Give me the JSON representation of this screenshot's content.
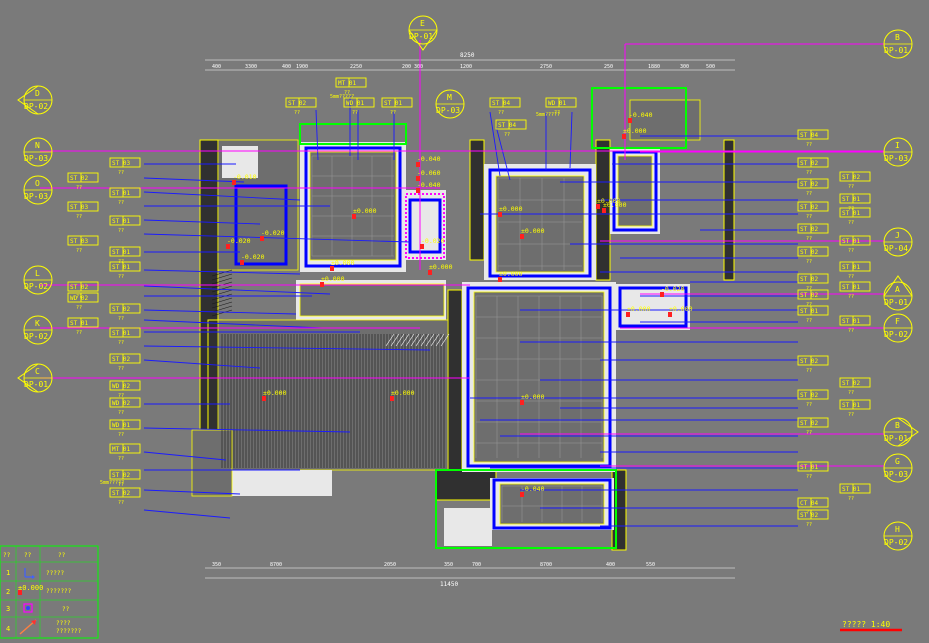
{
  "dimensions": {
    "top_total": "8250",
    "top": [
      "400",
      "3300",
      "400",
      "1900",
      "2250",
      "200",
      "300",
      "1200",
      "2750",
      "250",
      "1880",
      "300",
      "500"
    ],
    "bottom_total": "11450",
    "bottom": [
      "350",
      "8700",
      "2050",
      "350",
      "700",
      "8700",
      "400",
      "550"
    ]
  },
  "callouts": [
    {
      "id": "E",
      "sheet": "DP-01"
    },
    {
      "id": "B",
      "sheet": "DP-01"
    },
    {
      "id": "D",
      "sheet": "DP-02"
    },
    {
      "id": "M",
      "sheet": "DP-03"
    },
    {
      "id": "N",
      "sheet": "DP-03"
    },
    {
      "id": "I",
      "sheet": "DP-03"
    },
    {
      "id": "O",
      "sheet": "DP-03"
    },
    {
      "id": "J",
      "sheet": "DP-04"
    },
    {
      "id": "L",
      "sheet": "DP-02"
    },
    {
      "id": "A",
      "sheet": "DP-01"
    },
    {
      "id": "K",
      "sheet": "DP-02"
    },
    {
      "id": "F",
      "sheet": "DP-02"
    },
    {
      "id": "C",
      "sheet": "DP-01"
    },
    {
      "id": "B",
      "sheet": "DP-01"
    },
    {
      "id": "G",
      "sheet": "DP-03"
    },
    {
      "id": "H",
      "sheet": "DP-02"
    }
  ],
  "tags_left": [
    "ST 03",
    "ST 02",
    "ST 01",
    "ST 03",
    "ST 01",
    "ST 03",
    "ST 01",
    "ST 01",
    "ST 02",
    "WD 02",
    "ST 02",
    "ST 01",
    "ST 01",
    "ST 02",
    "WD 02",
    "WD 02",
    "WD 01",
    "MT 01",
    "ST 02",
    "ST 02"
  ],
  "tags_right": [
    "ST 04",
    "ST 02",
    "ST 02",
    "ST 02",
    "ST 01",
    "ST 02",
    "ST 01",
    "ST 02",
    "ST 01",
    "ST 02",
    "ST 01",
    "ST 02",
    "ST 01",
    "ST 02",
    "ST 01",
    "ST 01",
    "ST 02",
    "ST 02",
    "ST 02",
    "ST 01",
    "ST 02",
    "ST 01",
    "ST 01",
    "CT 04",
    "ST 02"
  ],
  "tags_top": [
    "ST 02",
    "MT 01",
    "WD 01",
    "ST 01",
    "ST 04",
    "ST 04",
    "WD 01"
  ],
  "tags_top_note": "5mm?????",
  "tag_sub": "??",
  "levels": [
    "±0.000",
    "-0.040",
    "-0.060",
    "-0.040",
    "±0.000",
    "-0.020",
    "±0.000",
    "-0.040",
    "±0.000",
    "±0.000",
    "-0.020",
    "-0.020",
    "-0.010",
    "-0.020",
    "±0.000",
    "±0.000",
    "±0.000",
    "±0.000",
    "±0.000",
    "±0.000",
    "±0.000",
    "-0.020",
    "±0.000",
    "-0.040",
    "±0.000",
    "±0.000"
  ],
  "legend": {
    "headers": [
      "??",
      "??",
      "??"
    ],
    "rows": [
      {
        "num": "1",
        "icon": "axis-arrow-icon",
        "desc": "?????"
      },
      {
        "num": "2",
        "icon": "level-mark-icon",
        "sym": "±0.000",
        "desc": "???????"
      },
      {
        "num": "3",
        "icon": "index-box-icon",
        "desc": "??"
      },
      {
        "num": "4",
        "icon": "section-arrow-icon",
        "desc": "????\n???????"
      }
    ]
  },
  "scale_label": "????? 1:40",
  "scale_color": "#ff0000"
}
